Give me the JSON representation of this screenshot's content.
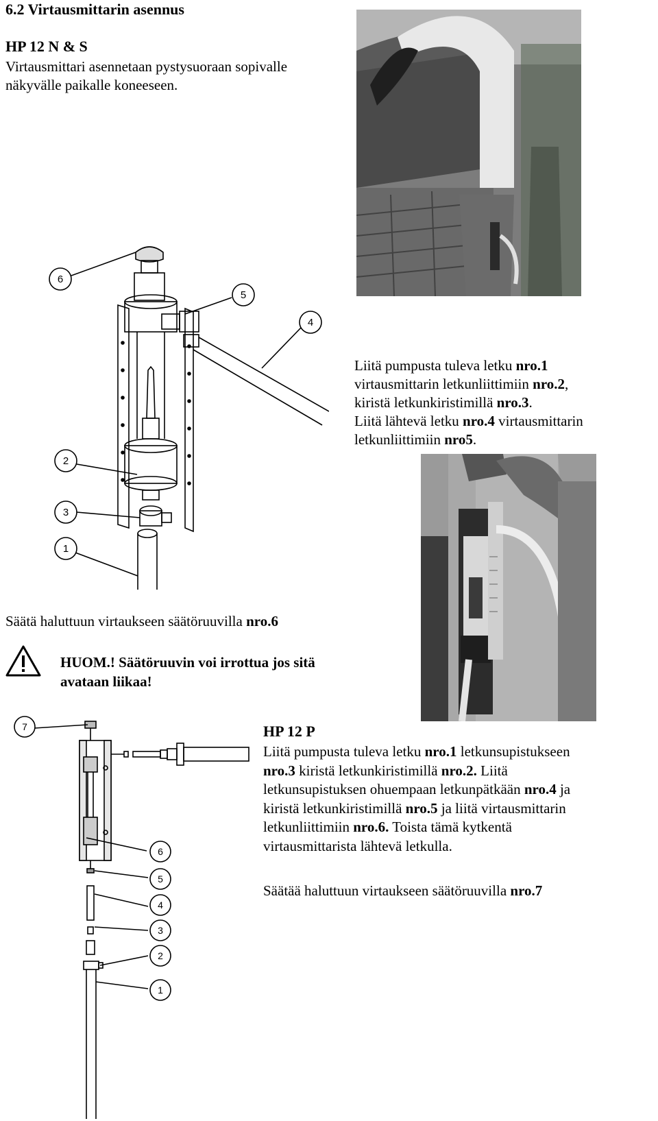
{
  "section_title": "6.2 Virtausmittarin asennus",
  "ns": {
    "heading": "HP 12 N & S",
    "intro_1": "Virtausmittari asennetaan pystysuoraan sopivalle",
    "intro_2": "näkyvälle paikalle koneeseen.",
    "p1": [
      {
        "a": "Liitä pumpusta tuleva letku ",
        "b": "nro.1"
      },
      {
        "a": "virtausmittarin letkunliittimiin ",
        "b": "nro.2",
        "c": ","
      },
      {
        "a": "kiristä letkunkiristimillä ",
        "b": "nro.3",
        "c": "."
      },
      {
        "a": "Liitä lähtevä letku ",
        "b": "nro.4",
        "c": " virtausmittarin"
      },
      {
        "a": "letkunliittimiin ",
        "b": "nro5",
        "c": "."
      }
    ],
    "adjust_text": "Säätä haluttuun virtaukseen säätöruuvilla ",
    "adjust_ref": "nro.6",
    "warning_1": "HUOM.! Säätöruuvin voi irrottua jos sitä",
    "warning_2": "avataan liikaa!"
  },
  "p": {
    "heading": "HP 12 P",
    "lines": [
      [
        {
          "t": "Liitä pumpusta tuleva letku "
        },
        {
          "t": "nro.1",
          "b": true
        },
        {
          "t": " letkunsupistukseen"
        }
      ],
      [
        {
          "t": "nro.3",
          "b": true
        },
        {
          "t": " kiristä letkunkiristimillä "
        },
        {
          "t": "nro.2.",
          "b": true
        },
        {
          "t": " Liitä"
        }
      ],
      [
        {
          "t": "letkunsupistuksen ohuempaan letkunpätkään "
        },
        {
          "t": "nro.4",
          "b": true
        },
        {
          "t": " ja"
        }
      ],
      [
        {
          "t": "kiristä letkunkiristimillä "
        },
        {
          "t": "nro.5",
          "b": true
        },
        {
          "t": " ja liitä virtausmittarin"
        }
      ],
      [
        {
          "t": "letkunliittimiin "
        },
        {
          "t": "nro.6.",
          "b": true
        },
        {
          "t": " Toista tämä kytkentä"
        }
      ],
      [
        {
          "t": "virtausmittarista lähtevä letkulla."
        }
      ]
    ],
    "adjust_text": "Säätää haluttuun virtaukseen säätöruuvilla ",
    "adjust_ref": "nro.7"
  },
  "diagram_top_labels": [
    "6",
    "5",
    "4",
    "2",
    "3",
    "1"
  ],
  "diagram_bottom_labels": [
    "7",
    "6",
    "5",
    "4",
    "3",
    "2",
    "1"
  ],
  "colors": {
    "ink": "#000000",
    "photo_dark": "#3a3a3a",
    "photo_mid": "#8a8a8a",
    "photo_light": "#d8d8d8"
  }
}
